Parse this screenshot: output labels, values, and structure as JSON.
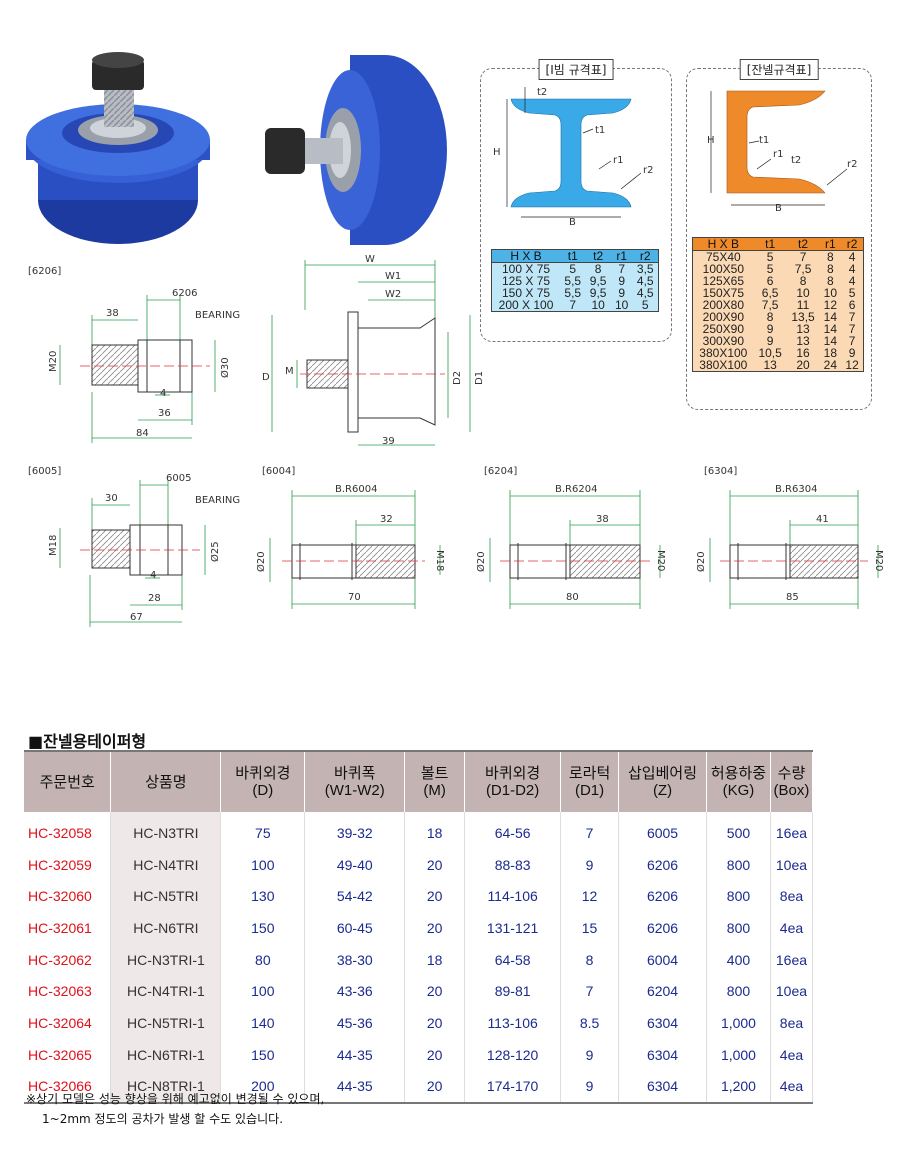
{
  "photos": {
    "left_alt": "blue-wheel-with-bolt-photo",
    "right_alt": "blue-wheel-side-photo",
    "wheel_color": "#2a4fc2",
    "bolt_color": "#2a2a2a"
  },
  "drawings": {
    "d6206": {
      "tag": "[6206]",
      "dim_38": "38",
      "dim_bearing_num": "6206",
      "bearing": "BEARING",
      "m": "M20",
      "dia": "Ø30",
      "dim_4": "4",
      "dim_36": "36",
      "dim_84": "84"
    },
    "wheel": {
      "w": "W",
      "w1": "W1",
      "w2": "W2",
      "d": "D",
      "m": "M",
      "d2": "D2",
      "d1": "D1",
      "dim_39": "39"
    },
    "d6005": {
      "tag": "[6005]",
      "dim_30": "30",
      "dim_bearing_num": "6005",
      "bearing": "BEARING",
      "m": "M18",
      "dia": "Ø25",
      "dim_4": "4",
      "dim_28": "28",
      "dim_67": "67"
    },
    "d6004": {
      "tag": "[6004]",
      "bearing": "B.R6004",
      "dim_top": "32",
      "dia": "Ø20",
      "m": "M18",
      "len": "70"
    },
    "d6204": {
      "tag": "[6204]",
      "bearing": "B.R6204",
      "dim_top": "38",
      "dia": "Ø20",
      "m": "M20",
      "len": "80"
    },
    "d6304": {
      "tag": "[6304]",
      "bearing": "B.R6304",
      "dim_top": "41",
      "dia": "Ø20",
      "m": "M20",
      "len": "85"
    }
  },
  "ibeam_spec": {
    "title": "[I빔 규격표]",
    "labels": {
      "t2": "t2",
      "t1": "t1",
      "h": "H",
      "r1": "r1",
      "r2": "r2",
      "b": "B"
    },
    "headers": [
      "H X B",
      "t1",
      "t2",
      "r1",
      "r2"
    ],
    "rows": [
      [
        "100 X 75",
        "5",
        "8",
        "7",
        "3,5"
      ],
      [
        "125 X 75",
        "5,5",
        "9,5",
        "9",
        "4,5"
      ],
      [
        "150 X 75",
        "5,5",
        "9,5",
        "9",
        "4,5"
      ],
      [
        "200 X 100",
        "7",
        "10",
        "10",
        "5"
      ]
    ],
    "color": "#3aa9e8"
  },
  "channel_spec": {
    "title": "[잔넬규격표]",
    "labels": {
      "h": "H",
      "t1": "t1",
      "r1": "r1",
      "t2": "t2",
      "r2": "r2",
      "b": "B"
    },
    "headers": [
      "H X B",
      "t1",
      "t2",
      "r1",
      "r2"
    ],
    "rows": [
      [
        "75X40",
        "5",
        "7",
        "8",
        "4"
      ],
      [
        "100X50",
        "5",
        "7,5",
        "8",
        "4"
      ],
      [
        "125X65",
        "6",
        "8",
        "8",
        "4"
      ],
      [
        "150X75",
        "6,5",
        "10",
        "10",
        "5"
      ],
      [
        "200X80",
        "7,5",
        "11",
        "12",
        "6"
      ],
      [
        "200X90",
        "8",
        "13,5",
        "14",
        "7"
      ],
      [
        "250X90",
        "9",
        "13",
        "14",
        "7"
      ],
      [
        "300X90",
        "9",
        "13",
        "14",
        "7"
      ],
      [
        "380X100",
        "10,5",
        "16",
        "18",
        "9"
      ],
      [
        "380X100",
        "13",
        "20",
        "24",
        "12"
      ]
    ],
    "color": "#ef8a2a"
  },
  "section_title": "■잔넬용테이퍼형",
  "product_table": {
    "headers": [
      [
        "주문번호",
        ""
      ],
      [
        "상품명",
        ""
      ],
      [
        "바퀴외경",
        "(D)"
      ],
      [
        "바퀴폭",
        "(W1-W2)"
      ],
      [
        "볼트",
        "(M)"
      ],
      [
        "바퀴외경",
        "(D1-D2)"
      ],
      [
        "로라턱",
        "(D1)"
      ],
      [
        "삽입베어링",
        "(Z)"
      ],
      [
        "허용하중",
        "(KG)"
      ],
      [
        "수량",
        "(Box)"
      ]
    ],
    "rows": [
      [
        "HC-32058",
        "HC-N3TRI",
        "75",
        "39-32",
        "18",
        "64-56",
        "7",
        "6005",
        "500",
        "16ea"
      ],
      [
        "HC-32059",
        "HC-N4TRI",
        "100",
        "49-40",
        "20",
        "88-83",
        "9",
        "6206",
        "800",
        "10ea"
      ],
      [
        "HC-32060",
        "HC-N5TRI",
        "130",
        "54-42",
        "20",
        "114-106",
        "12",
        "6206",
        "800",
        "8ea"
      ],
      [
        "HC-32061",
        "HC-N6TRI",
        "150",
        "60-45",
        "20",
        "131-121",
        "15",
        "6206",
        "800",
        "4ea"
      ],
      [
        "HC-32062",
        "HC-N3TRI-1",
        "80",
        "38-30",
        "18",
        "64-58",
        "8",
        "6004",
        "400",
        "16ea"
      ],
      [
        "HC-32063",
        "HC-N4TRI-1",
        "100",
        "43-36",
        "20",
        "89-81",
        "7",
        "6204",
        "800",
        "10ea"
      ],
      [
        "HC-32064",
        "HC-N5TRI-1",
        "140",
        "45-36",
        "20",
        "113-106",
        "8.5",
        "6304",
        "1,000",
        "8ea"
      ],
      [
        "HC-32065",
        "HC-N6TRI-1",
        "150",
        "44-35",
        "20",
        "128-120",
        "9",
        "6304",
        "1,000",
        "4ea"
      ],
      [
        "HC-32066",
        "HC-N8TRI-1",
        "200",
        "44-35",
        "20",
        "174-170",
        "9",
        "6304",
        "1,200",
        "4ea"
      ]
    ]
  },
  "notes": [
    "※상기 모델은 성능 향상을 위해 예고없이 변경될 수 있으며,",
    "1~2mm 정도의  공차가 발생 할 수도 있습니다."
  ]
}
